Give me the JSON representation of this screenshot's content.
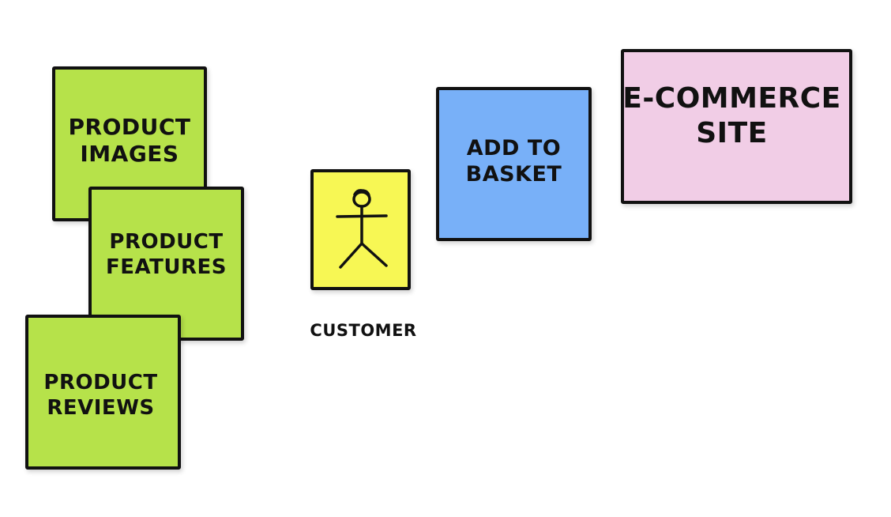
{
  "diagram": {
    "notes": [
      {
        "id": "product_images",
        "text": "PRODUCT\nIMAGES",
        "color": "#b6e24a"
      },
      {
        "id": "product_features",
        "text": "PRODUCT\nFEATURES",
        "color": "#b6e24a"
      },
      {
        "id": "product_reviews",
        "text": "PRODUCT\nREVIEWS",
        "color": "#b6e24a"
      },
      {
        "id": "customer",
        "text": "",
        "color": "#f7f754",
        "icon": "stick-figure-icon"
      },
      {
        "id": "add_to_basket",
        "text": "ADD TO\nBASKET",
        "color": "#78b0f8"
      },
      {
        "id": "ecommerce_site",
        "text": "E-COMMERCE\nSITE",
        "color": "#f1cde6"
      }
    ],
    "customer_label": "CUSTOMER"
  }
}
